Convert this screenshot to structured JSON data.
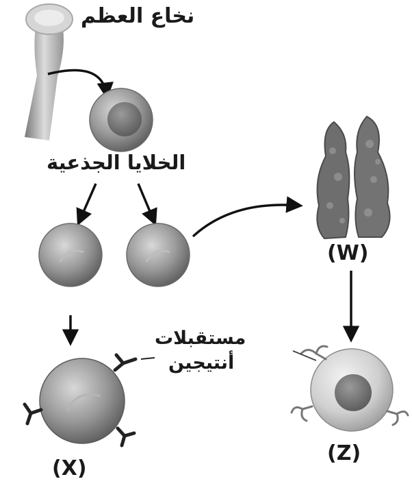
{
  "labels": {
    "bone_marrow": "نخاع العظم",
    "stem_cells": "الخلايا الجذعية",
    "antigen_receptors_line1": "مستقبلات",
    "antigen_receptors_line2": "أنتيجين",
    "w": "(W)",
    "x": "(X)",
    "z": "(Z)"
  },
  "colors": {
    "cell_fill": "#8c8c8c",
    "cell_light": "#d9d9d9",
    "nucleus": "#6f6f6f",
    "thymus": "#6e6e6e",
    "arrow": "#111111",
    "receptor": "#222222"
  }
}
